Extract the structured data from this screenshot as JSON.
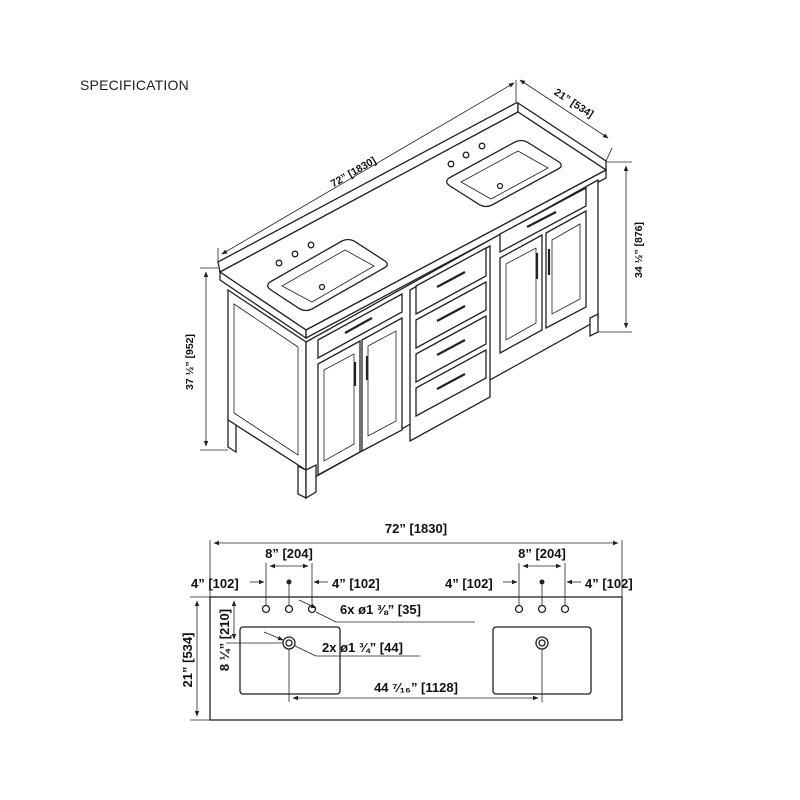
{
  "header": {
    "title": "SPECIFICATION"
  },
  "iso": {
    "width_label": "72” [1830]",
    "depth_label": "21” [534]",
    "total_height_label": "37 ½” [952]",
    "cabinet_height_label": "34 ½” [876]"
  },
  "plan": {
    "width_label": "72” [1830]",
    "spread_left_label": "8” [204]",
    "spread_right_label": "8” [204]",
    "left_offset_a": "4” [102]",
    "left_offset_b": "4” [102]",
    "right_offset_a": "4” [102]",
    "right_offset_b": "4” [102]",
    "faucet_holes_label": "6x ø1 ⅜” [35]",
    "drain_holes_label": "2x ø1 ¾” [44]",
    "sink_setback_label": "8 ¼” [210]",
    "depth_label": "21” [534]",
    "drain_spacing_label": "44 ⁷⁄₁₆” [1128]"
  }
}
